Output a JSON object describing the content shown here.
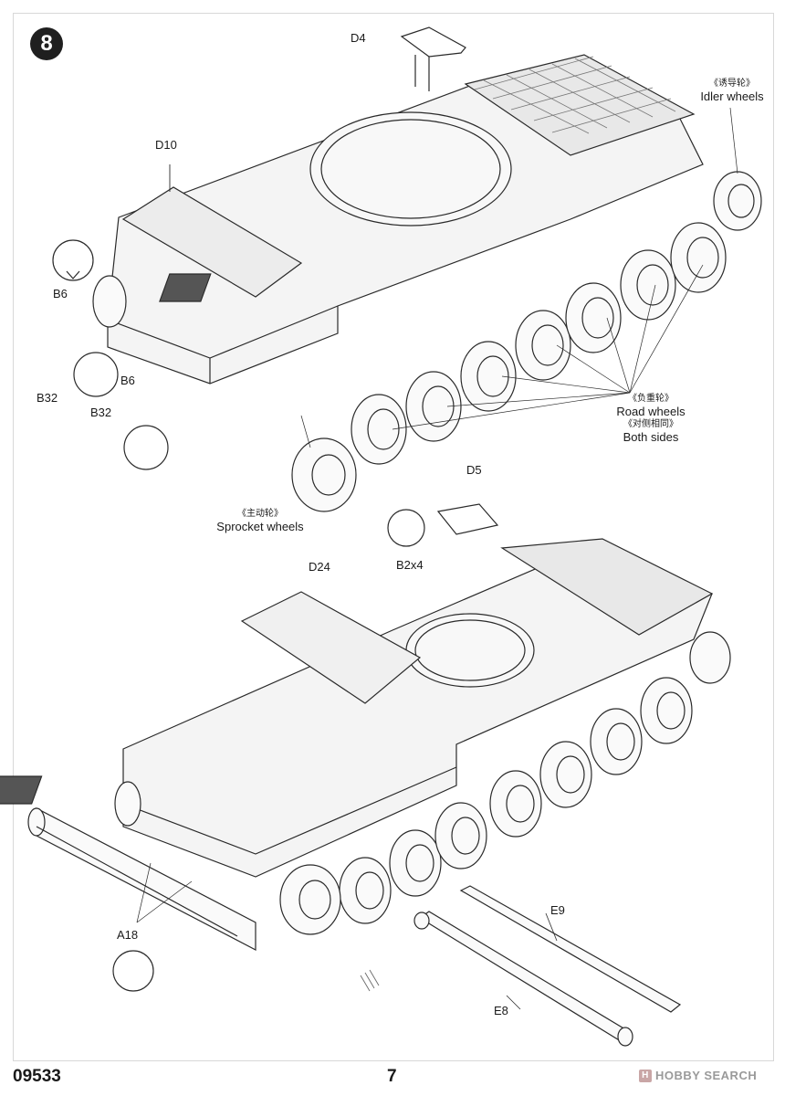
{
  "step": {
    "number": "8"
  },
  "top": {
    "d4": "D4",
    "d10": "D10",
    "idler_cn": "《诱导轮》",
    "idler_en": "Idler wheels",
    "b6_a": "B6",
    "b32_a": "B32",
    "b6_b": "B6",
    "b32_b": "B32",
    "road_cn": "《负重轮》",
    "road_en": "Road wheels",
    "sides_cn": "《对侧相同》",
    "sides_en": "Both sides",
    "sprocket_cn": "《主动轮》",
    "sprocket_en": "Sprocket wheels"
  },
  "bottom": {
    "d5": "D5",
    "d24": "D24",
    "b2x4": "B2x4",
    "a18": "A18",
    "e9": "E9",
    "e8": "E8"
  },
  "footer": {
    "catalog": "09533",
    "page": "7",
    "watermark": "HOBBY SEARCH"
  }
}
